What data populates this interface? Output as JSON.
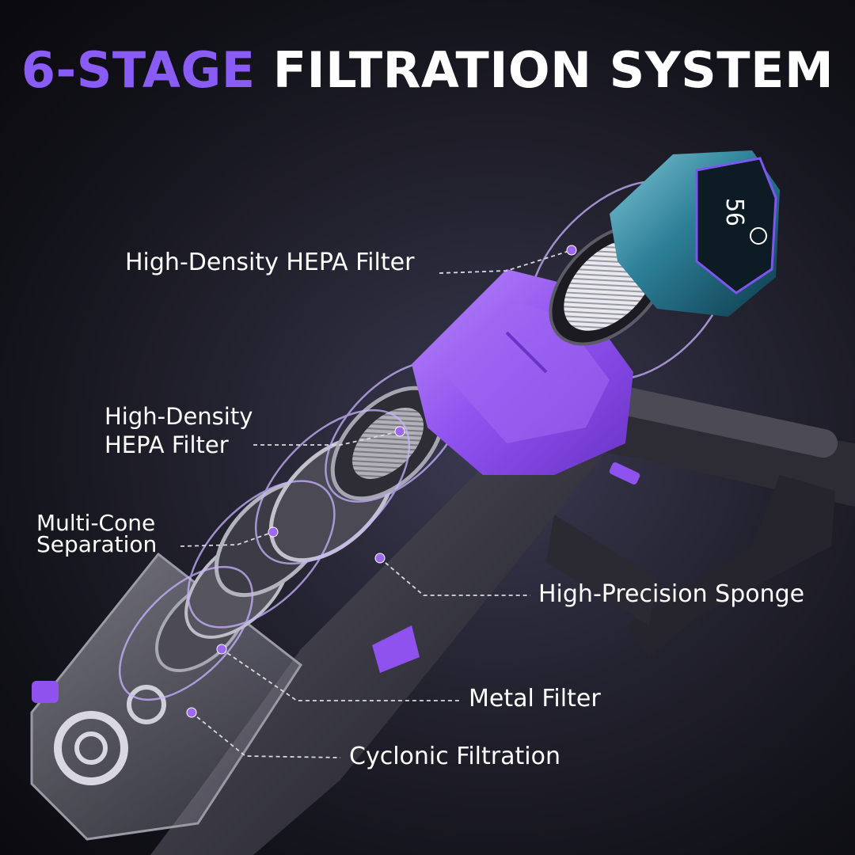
{
  "headline": {
    "accent": "6-STAGE",
    "main": "FILTRATION SYSTEM"
  },
  "stages": {
    "hepa_outer": {
      "label": "High-Density HEPA Filter"
    },
    "hepa_inner": {
      "line1": "High-Density",
      "line2": "HEPA Filter"
    },
    "multi_cone": {
      "line1": "Multi-Cone",
      "line2": "Separation"
    },
    "sponge": {
      "label": "High-Precision Sponge"
    },
    "metal": {
      "label": "Metal Filter"
    },
    "cyclonic": {
      "label": "Cyclonic Filtration"
    }
  },
  "display": {
    "readout": "56"
  },
  "colors": {
    "accent": "#8a5cf6",
    "housing": "#9b5ef5",
    "body": "#3e3d47",
    "teal": "#1f6f86",
    "background": "#1a1a24"
  }
}
